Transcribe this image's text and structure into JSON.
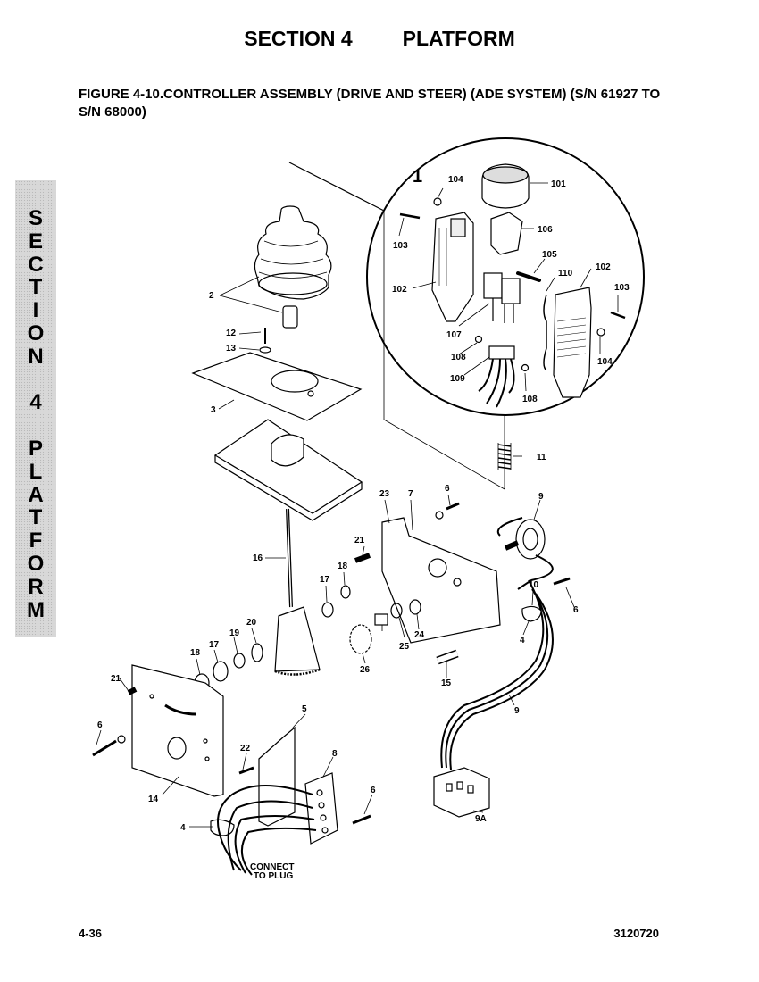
{
  "header": {
    "section": "SECTION 4",
    "title": "PLATFORM"
  },
  "figure_title": "FIGURE 4-10.CONTROLLER ASSEMBLY (DRIVE AND STEER) (ADE SYSTEM) (S/N 61927 TO S/N 68000)",
  "side_tab": {
    "letters": [
      "S",
      "E",
      "C",
      "T",
      "I",
      "O",
      "N",
      "",
      "4",
      "",
      "P",
      "L",
      "A",
      "T",
      "F",
      "O",
      "R",
      "M"
    ]
  },
  "detail_callouts": {
    "detail_id": "1",
    "c104a": "104",
    "c101": "101",
    "c103a": "103",
    "c106": "106",
    "c105": "105",
    "c110": "110",
    "c102a": "102",
    "c102b": "102",
    "c103b": "103",
    "c107": "107",
    "c108a": "108",
    "c109": "109",
    "c108b": "108",
    "c104b": "104"
  },
  "callouts": {
    "c11": "11",
    "c2": "2",
    "c12": "12",
    "c13": "13",
    "c3": "3",
    "c16": "16",
    "c23": "23",
    "c7": "7",
    "c6a": "6",
    "c9a": "9",
    "c21a": "21",
    "c18a": "18",
    "c17a": "17",
    "c10": "10",
    "c6b": "6",
    "c20": "20",
    "c19": "19",
    "c17b": "17",
    "c18b": "18",
    "c25": "25",
    "c24": "24",
    "c4a": "4",
    "c26": "26",
    "c15": "15",
    "c21b": "21",
    "c9b": "9",
    "c5": "5",
    "c6c": "6",
    "c22": "22",
    "c8": "8",
    "c14": "14",
    "c6d": "6",
    "c4b": "4",
    "c9A": "9A",
    "connect_line1": "CONNECT",
    "connect_line2": "TO PLUG"
  },
  "footer": {
    "page": "4-36",
    "doc_number": "3120720"
  }
}
